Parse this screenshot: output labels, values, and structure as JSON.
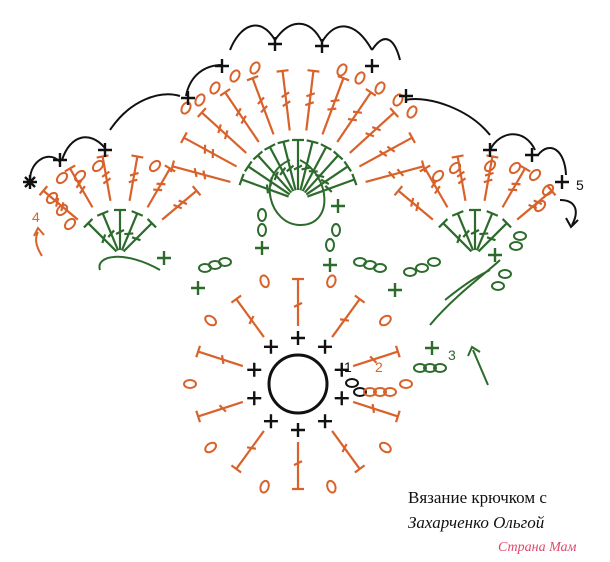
{
  "colors": {
    "orange": "#d9622b",
    "green": "#2c6b2c",
    "black": "#111111"
  },
  "round_numbers": [
    "1",
    "2",
    "3",
    "4",
    "5"
  ],
  "credit": {
    "line1": "Вязание крючком с",
    "line2": "Захарченко Ольгой"
  },
  "watermark": "Страна Мам"
}
